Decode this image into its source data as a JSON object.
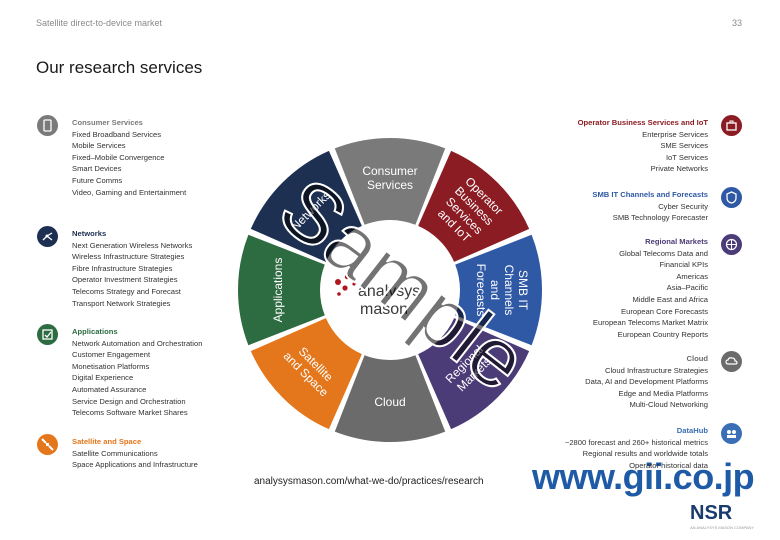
{
  "header": {
    "breadcrumb": "Satellite direct-to-device market",
    "page_number": "33"
  },
  "title": "Our research services",
  "colors": {
    "consumer": "#7a7a7a",
    "operator": "#8b1c23",
    "smb": "#2f58a5",
    "regional": "#4b3b76",
    "cloud": "#6b6b6b",
    "satellite": "#e4761b",
    "applications": "#2d6b41",
    "networks": "#1e3052"
  },
  "left_sections": [
    {
      "id": "consumer",
      "icon": "tablet-icon",
      "title": "Consumer Services",
      "items": [
        "Fixed Broadband Services",
        "Mobile Services",
        "Fixed–Mobile Convergence",
        "Smart Devices",
        "Future Comms",
        "Video, Gaming and Entertainment"
      ]
    },
    {
      "id": "networks",
      "icon": "network-icon",
      "title": "Networks",
      "items": [
        "Next Generation Wireless Networks",
        "Wireless Infrastructure Strategies",
        "Fibre Infrastructure Strategies",
        "Operator Investment Strategies",
        "Telecoms Strategy and Forecast",
        "Transport Network Strategies"
      ]
    },
    {
      "id": "applications",
      "icon": "apps-icon",
      "title": "Applications",
      "items": [
        "Network Automation and Orchestration",
        "Customer Engagement",
        "Monetisation Platforms",
        "Digital Experience",
        "Automated Assurance",
        "Service Design and Orchestration",
        "Telecoms Software Market Shares"
      ]
    },
    {
      "id": "satellite",
      "icon": "satellite-icon",
      "title": "Satellite and Space",
      "items": [
        "Satellite Communications",
        "Space Applications and Infrastructure"
      ]
    }
  ],
  "right_sections": [
    {
      "id": "operator",
      "icon": "briefcase-icon",
      "title": "Operator Business Services and IoT",
      "items": [
        "Enterprise Services",
        "SME Services",
        "IoT Services",
        "Private Networks"
      ]
    },
    {
      "id": "smb",
      "icon": "shield-icon",
      "title": "SMB IT Channels and Forecasts",
      "items": [
        "Cyber Security",
        "SMB Technology Forecaster"
      ]
    },
    {
      "id": "regional",
      "icon": "globe-icon",
      "title": "Regional Markets",
      "items": [
        "Global Telecoms Data and",
        "Financial KPIs",
        "Americas",
        "Asia–Pacific",
        "Middle East and Africa",
        "European Core Forecasts",
        "European Telecoms Market Matrix",
        "European Country Reports"
      ]
    },
    {
      "id": "cloud",
      "icon": "cloud-icon",
      "title": "Cloud",
      "items": [
        "Cloud Infrastructure Strategies",
        "Data, AI and Development Platforms",
        "Edge and Media Platforms",
        "Multi-Cloud Networking"
      ]
    },
    {
      "id": "datahub",
      "icon": "datahub-icon",
      "title": "DataHub",
      "items": [
        "~2800 forecast and 260+ historical metrics",
        "Regional results and worldwide totals",
        "Operator historical data"
      ]
    }
  ],
  "wheel": {
    "segments": [
      {
        "id": "consumer",
        "lines": [
          "Consumer",
          "Services"
        ]
      },
      {
        "id": "operator",
        "lines": [
          "Operator",
          "Business",
          "Services",
          "and IoT"
        ]
      },
      {
        "id": "smb",
        "lines": [
          "SMB IT",
          "Channels",
          "and",
          "Forecasts"
        ]
      },
      {
        "id": "regional",
        "lines": [
          "Regional",
          "Markets"
        ]
      },
      {
        "id": "cloud",
        "lines": [
          "Cloud"
        ]
      },
      {
        "id": "satellite",
        "lines": [
          "Satellite",
          "and Space"
        ]
      },
      {
        "id": "applications",
        "lines": [
          "Applications"
        ]
      },
      {
        "id": "networks",
        "lines": [
          "Networks"
        ]
      }
    ],
    "center_logo": [
      "analysys",
      "mason"
    ]
  },
  "url": "analysysmason.com/what-we-do/practices/research",
  "watermark": {
    "sample": "Sample",
    "site": "www.gii.co.jp",
    "brand": "NSR",
    "brand_sub": "AN ANALYSYS MASON COMPANY"
  }
}
